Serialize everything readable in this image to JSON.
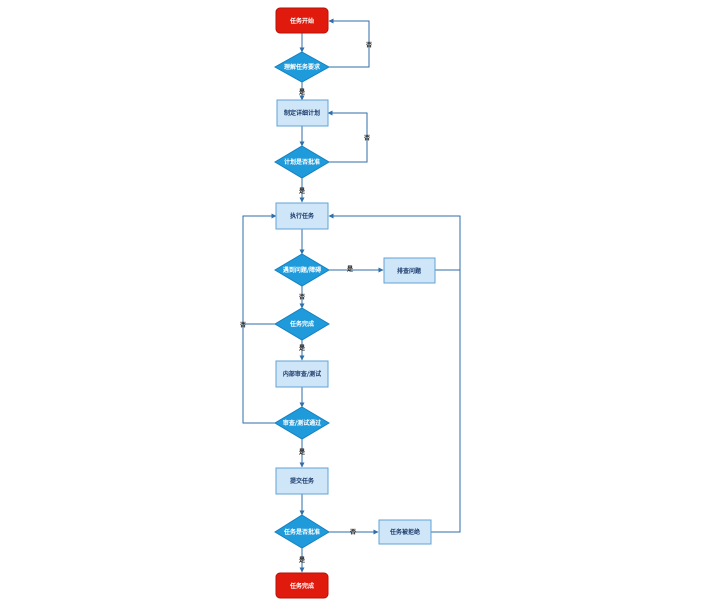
{
  "colors": {
    "edge": "#2f6ea8",
    "decision_fill": "#1f9bdc",
    "decision_stroke": "#1580c0",
    "process_fill": "#cfe6f8",
    "process_stroke": "#5fa3d6",
    "terminal_fill": "#e01b0e",
    "terminal_stroke": "#b31208",
    "light_text": "#ffffff",
    "dark_text": "#1d3c6e"
  },
  "nodes": {
    "start": "任务开始",
    "understand": "理解任务要求",
    "plan": "制定详细计划",
    "plan_approved": "计划是否批准",
    "execute": "执行任务",
    "problem": "遇到问题/障碍",
    "troubleshoot": "排查问题",
    "task_done": "任务完成",
    "review": "内部审查/测试",
    "review_passed": "审查/测试通过",
    "submit": "提交任务",
    "approved": "任务是否批准",
    "rejected": "任务被拒绝",
    "end": "任务完成"
  },
  "edges": {
    "yes": "是",
    "no": "否"
  }
}
